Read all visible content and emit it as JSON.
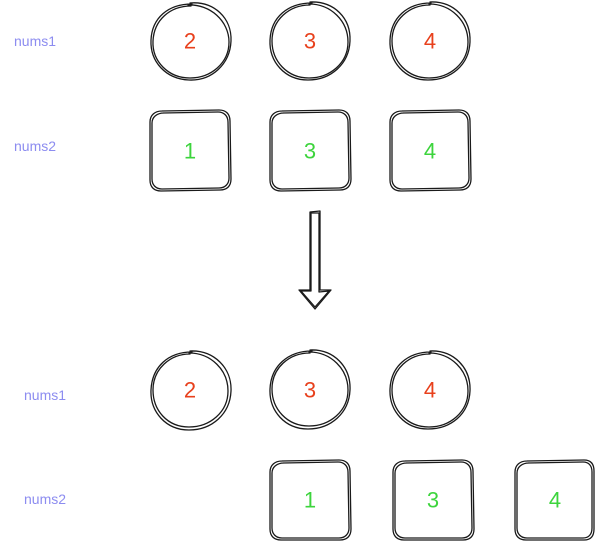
{
  "colors": {
    "label": "#8c8cf0",
    "nums1_value": "#e8401c",
    "nums2_value": "#3cd43c",
    "outline": "#1a1a1a"
  },
  "before": {
    "nums1": {
      "label": "nums1",
      "values": [
        "2",
        "3",
        "4"
      ]
    },
    "nums2": {
      "label": "nums2",
      "values": [
        "1",
        "3",
        "4"
      ]
    }
  },
  "after": {
    "nums1": {
      "label": "nums1",
      "values": [
        "2",
        "3",
        "4"
      ]
    },
    "nums2": {
      "label": "nums2",
      "values": [
        "1",
        "3",
        "4"
      ]
    }
  },
  "shapes": {
    "nums1": "circle-icon",
    "nums2": "rounded-square-icon",
    "transition": "arrow-down-icon"
  }
}
